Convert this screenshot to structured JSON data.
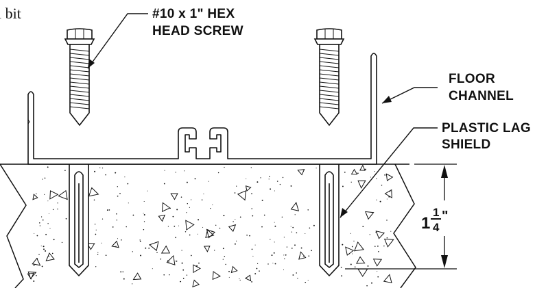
{
  "top_left_text": "l bit",
  "labels": {
    "screw_line1": "#10 x 1\" HEX",
    "screw_line2": "HEAD SCREW",
    "channel_line1": "FLOOR",
    "channel_line2": "CHANNEL",
    "shield_line1": "PLASTIC LAG",
    "shield_line2": "SHIELD"
  },
  "dimension": {
    "whole": "1",
    "numerator": "1",
    "denominator": "4",
    "unit": "\""
  },
  "colors": {
    "line": "#111111",
    "background": "#ffffff"
  }
}
